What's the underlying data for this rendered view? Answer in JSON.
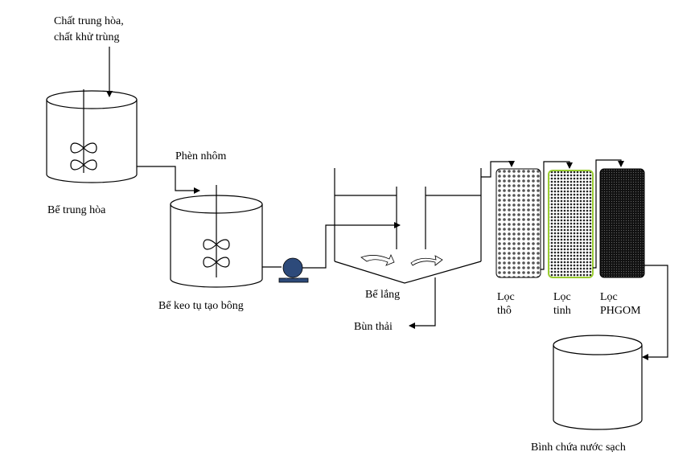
{
  "labels": {
    "input_chemicals_line1": "Chất trung hòa,",
    "input_chemicals_line2": "chất khử trùng",
    "neutralization_tank": "Bể trung hòa",
    "alum": "Phèn nhôm",
    "coagulation_tank": "Bể keo tụ tạo bông",
    "settling_tank": "Bể lắng",
    "sludge": "Bùn thải",
    "coarse_filter_line1": "Lọc",
    "coarse_filter_line2": "thô",
    "fine_filter_line1": "Lọc",
    "fine_filter_line2": "tinh",
    "phgom_filter_line1": "Lọc",
    "phgom_filter_line2": "PHGOM",
    "clean_water_tank": "Bình chứa nước sạch"
  },
  "colors": {
    "line": "#000000",
    "pump_fill": "#2d4a7a",
    "fine_filter_border": "#9acd32"
  }
}
